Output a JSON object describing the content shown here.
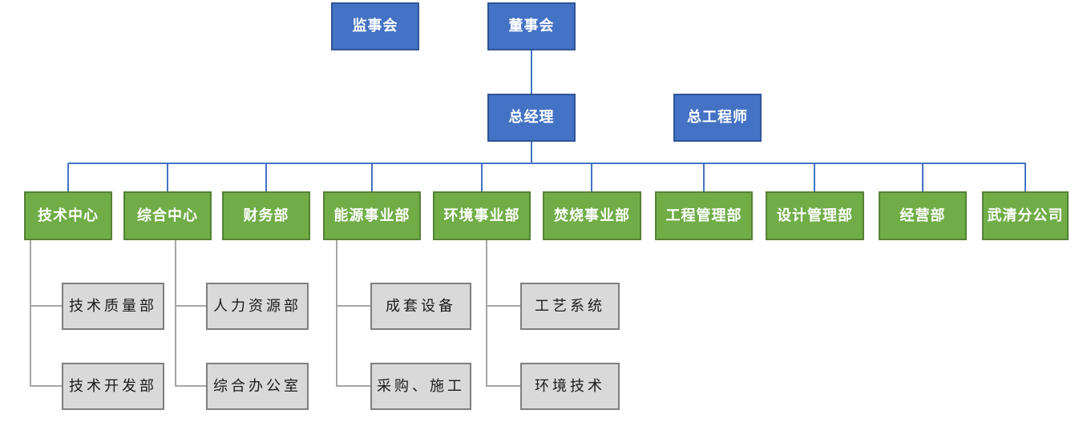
{
  "org": {
    "level1": {
      "supervisory_board": "监事会",
      "board_of_directors": "董事会"
    },
    "level2": {
      "general_manager": "总经理",
      "chief_engineer": "总工程师"
    },
    "departments": [
      "技术中心",
      "综合中心",
      "财务部",
      "能源事业部",
      "环境事业部",
      "焚烧事业部",
      "工程管理部",
      "设计管理部",
      "经营部",
      "武清分公司"
    ],
    "children": {
      "tech_center": [
        "技术质量部",
        "技术开发部"
      ],
      "general_center": [
        "人力资源部",
        "综合办公室"
      ],
      "energy_division": [
        "成套设备",
        "采购、施工"
      ],
      "environment_division": [
        "工艺系统",
        "环境技术"
      ]
    }
  },
  "colors": {
    "blue_fill": "#4472C4",
    "blue_border": "#2F5597",
    "green_fill": "#70AD47",
    "green_border": "#548235",
    "gray_fill": "#D9D9D9",
    "gray_border": "#7F7F7F",
    "connector_blue": "#4472C4",
    "connector_gray": "#A6A6A6"
  }
}
